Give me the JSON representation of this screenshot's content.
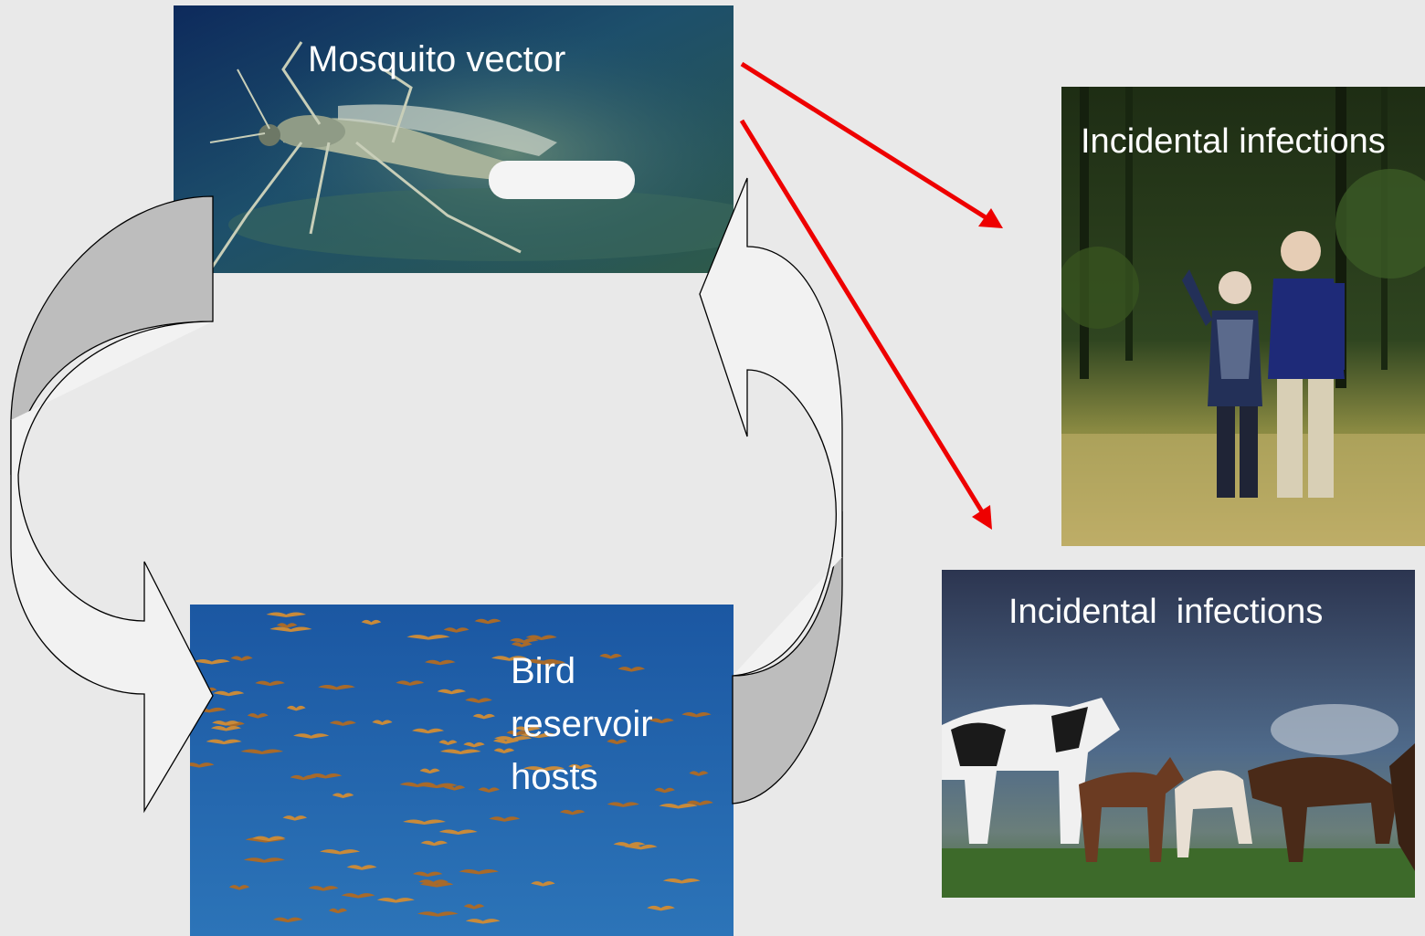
{
  "diagram": {
    "mosquito_panel": {
      "label": "Mosquito vector"
    },
    "bird_panel": {
      "label_lines": [
        "Bird",
        "reservoir",
        "hosts"
      ]
    },
    "human_panel": {
      "label": "Incidental infections"
    },
    "horse_panel": {
      "label": "Incidental  infections"
    }
  },
  "colors": {
    "background": "#e9e9e9",
    "arrow_red": "#ee0000",
    "cycle_arrow_fill": "#f2f2f2",
    "cycle_arrow_shadow": "#bdbdbd",
    "label_text": "#ffffff"
  }
}
